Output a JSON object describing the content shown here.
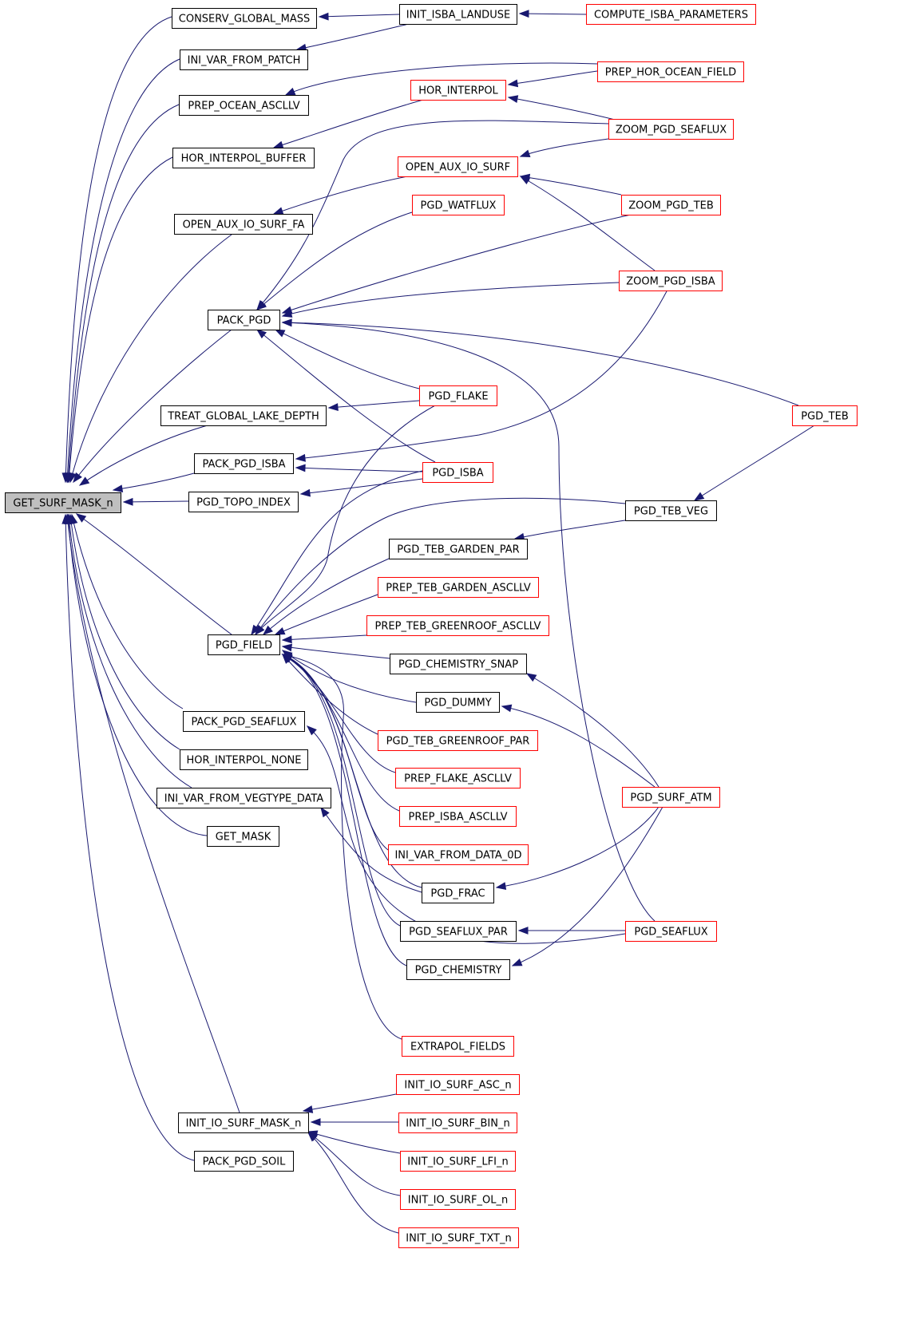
{
  "colors": {
    "edge": "#191970",
    "root_fill": "#bfbfbf",
    "normal_border": "#000000",
    "truncated_border": "#ff0000",
    "background": "#ffffff"
  },
  "nodes": [
    {
      "id": "get_surf_mask_n",
      "label": "GET_SURF_MASK_n",
      "style": "root"
    },
    {
      "id": "conserv_global_mass",
      "label": "CONSERV_GLOBAL_MASS",
      "style": "normal"
    },
    {
      "id": "ini_var_from_patch",
      "label": "INI_VAR_FROM_PATCH",
      "style": "normal"
    },
    {
      "id": "prep_ocean_ascllv",
      "label": "PREP_OCEAN_ASCLLV",
      "style": "normal"
    },
    {
      "id": "hor_interpol_buffer",
      "label": "HOR_INTERPOL_BUFFER",
      "style": "normal"
    },
    {
      "id": "open_aux_io_surf_fa",
      "label": "OPEN_AUX_IO_SURF_FA",
      "style": "normal"
    },
    {
      "id": "pack_pgd",
      "label": "PACK_PGD",
      "style": "normal"
    },
    {
      "id": "treat_global_lake_depth",
      "label": "TREAT_GLOBAL_LAKE_DEPTH",
      "style": "normal"
    },
    {
      "id": "pack_pgd_isba",
      "label": "PACK_PGD_ISBA",
      "style": "normal"
    },
    {
      "id": "pgd_topo_index",
      "label": "PGD_TOPO_INDEX",
      "style": "normal"
    },
    {
      "id": "pgd_field",
      "label": "PGD_FIELD",
      "style": "normal"
    },
    {
      "id": "pack_pgd_seaflux",
      "label": "PACK_PGD_SEAFLUX",
      "style": "normal"
    },
    {
      "id": "hor_interpol_none",
      "label": "HOR_INTERPOL_NONE",
      "style": "normal"
    },
    {
      "id": "ini_var_from_vegtype_data",
      "label": "INI_VAR_FROM_VEGTYPE_DATA",
      "style": "normal"
    },
    {
      "id": "get_mask",
      "label": "GET_MASK",
      "style": "normal"
    },
    {
      "id": "init_io_surf_mask_n",
      "label": "INIT_IO_SURF_MASK_n",
      "style": "normal"
    },
    {
      "id": "pack_pgd_soil",
      "label": "PACK_PGD_SOIL",
      "style": "normal"
    },
    {
      "id": "init_isba_landuse",
      "label": "INIT_ISBA_LANDUSE",
      "style": "normal"
    },
    {
      "id": "hor_interpol",
      "label": "HOR_INTERPOL",
      "style": "truncated"
    },
    {
      "id": "open_aux_io_surf",
      "label": "OPEN_AUX_IO_SURF",
      "style": "truncated"
    },
    {
      "id": "pgd_watflux",
      "label": "PGD_WATFLUX",
      "style": "truncated"
    },
    {
      "id": "pgd_flake",
      "label": "PGD_FLAKE",
      "style": "truncated"
    },
    {
      "id": "pgd_isba",
      "label": "PGD_ISBA",
      "style": "truncated"
    },
    {
      "id": "pgd_teb_garden_par",
      "label": "PGD_TEB_GARDEN_PAR",
      "style": "normal"
    },
    {
      "id": "prep_teb_garden_ascllv",
      "label": "PREP_TEB_GARDEN_ASCLLV",
      "style": "truncated"
    },
    {
      "id": "prep_teb_greenroof_ascllv",
      "label": "PREP_TEB_GREENROOF_ASCLLV",
      "style": "truncated"
    },
    {
      "id": "pgd_chemistry_snap",
      "label": "PGD_CHEMISTRY_SNAP",
      "style": "normal"
    },
    {
      "id": "pgd_dummy",
      "label": "PGD_DUMMY",
      "style": "normal"
    },
    {
      "id": "pgd_teb_greenroof_par",
      "label": "PGD_TEB_GREENROOF_PAR",
      "style": "truncated"
    },
    {
      "id": "prep_flake_ascllv",
      "label": "PREP_FLAKE_ASCLLV",
      "style": "truncated"
    },
    {
      "id": "prep_isba_ascllv",
      "label": "PREP_ISBA_ASCLLV",
      "style": "truncated"
    },
    {
      "id": "ini_var_from_data_0d",
      "label": "INI_VAR_FROM_DATA_0D",
      "style": "truncated"
    },
    {
      "id": "pgd_frac",
      "label": "PGD_FRAC",
      "style": "normal"
    },
    {
      "id": "pgd_seaflux_par",
      "label": "PGD_SEAFLUX_PAR",
      "style": "normal"
    },
    {
      "id": "pgd_chemistry",
      "label": "PGD_CHEMISTRY",
      "style": "normal"
    },
    {
      "id": "extrapol_fields",
      "label": "EXTRAPOL_FIELDS",
      "style": "truncated"
    },
    {
      "id": "init_io_surf_asc_n",
      "label": "INIT_IO_SURF_ASC_n",
      "style": "truncated"
    },
    {
      "id": "init_io_surf_bin_n",
      "label": "INIT_IO_SURF_BIN_n",
      "style": "truncated"
    },
    {
      "id": "init_io_surf_lfi_n",
      "label": "INIT_IO_SURF_LFI_n",
      "style": "truncated"
    },
    {
      "id": "init_io_surf_ol_n",
      "label": "INIT_IO_SURF_OL_n",
      "style": "truncated"
    },
    {
      "id": "init_io_surf_txt_n",
      "label": "INIT_IO_SURF_TXT_n",
      "style": "truncated"
    },
    {
      "id": "compute_isba_parameters",
      "label": "COMPUTE_ISBA_PARAMETERS",
      "style": "truncated"
    },
    {
      "id": "prep_hor_ocean_field",
      "label": "PREP_HOR_OCEAN_FIELD",
      "style": "truncated"
    },
    {
      "id": "zoom_pgd_seaflux",
      "label": "ZOOM_PGD_SEAFLUX",
      "style": "truncated"
    },
    {
      "id": "zoom_pgd_teb",
      "label": "ZOOM_PGD_TEB",
      "style": "truncated"
    },
    {
      "id": "zoom_pgd_isba",
      "label": "ZOOM_PGD_ISBA",
      "style": "truncated"
    },
    {
      "id": "pgd_teb",
      "label": "PGD_TEB",
      "style": "truncated"
    },
    {
      "id": "pgd_teb_veg",
      "label": "PGD_TEB_VEG",
      "style": "normal"
    },
    {
      "id": "pgd_surf_atm",
      "label": "PGD_SURF_ATM",
      "style": "truncated"
    },
    {
      "id": "pgd_seaflux",
      "label": "PGD_SEAFLUX",
      "style": "truncated"
    }
  ],
  "edges": [
    {
      "from": "conserv_global_mass",
      "to": "get_surf_mask_n"
    },
    {
      "from": "ini_var_from_patch",
      "to": "get_surf_mask_n"
    },
    {
      "from": "prep_ocean_ascllv",
      "to": "get_surf_mask_n"
    },
    {
      "from": "hor_interpol_buffer",
      "to": "get_surf_mask_n"
    },
    {
      "from": "open_aux_io_surf_fa",
      "to": "get_surf_mask_n"
    },
    {
      "from": "pack_pgd",
      "to": "get_surf_mask_n"
    },
    {
      "from": "treat_global_lake_depth",
      "to": "get_surf_mask_n"
    },
    {
      "from": "pack_pgd_isba",
      "to": "get_surf_mask_n"
    },
    {
      "from": "pgd_topo_index",
      "to": "get_surf_mask_n"
    },
    {
      "from": "pgd_field",
      "to": "get_surf_mask_n"
    },
    {
      "from": "pack_pgd_seaflux",
      "to": "get_surf_mask_n"
    },
    {
      "from": "hor_interpol_none",
      "to": "get_surf_mask_n"
    },
    {
      "from": "ini_var_from_vegtype_data",
      "to": "get_surf_mask_n"
    },
    {
      "from": "get_mask",
      "to": "get_surf_mask_n"
    },
    {
      "from": "init_io_surf_mask_n",
      "to": "get_surf_mask_n"
    },
    {
      "from": "pack_pgd_soil",
      "to": "get_surf_mask_n"
    },
    {
      "from": "init_isba_landuse",
      "to": "conserv_global_mass"
    },
    {
      "from": "init_isba_landuse",
      "to": "ini_var_from_patch"
    },
    {
      "from": "compute_isba_parameters",
      "to": "init_isba_landuse"
    },
    {
      "from": "prep_hor_ocean_field",
      "to": "prep_ocean_ascllv"
    },
    {
      "from": "prep_hor_ocean_field",
      "to": "hor_interpol"
    },
    {
      "from": "zoom_pgd_seaflux",
      "to": "hor_interpol"
    },
    {
      "from": "hor_interpol",
      "to": "hor_interpol_buffer"
    },
    {
      "from": "open_aux_io_surf",
      "to": "open_aux_io_surf_fa"
    },
    {
      "from": "zoom_pgd_seaflux",
      "to": "open_aux_io_surf"
    },
    {
      "from": "zoom_pgd_teb",
      "to": "open_aux_io_surf"
    },
    {
      "from": "zoom_pgd_isba",
      "to": "open_aux_io_surf"
    },
    {
      "from": "pgd_watflux",
      "to": "pack_pgd"
    },
    {
      "from": "zoom_pgd_seaflux",
      "to": "pack_pgd"
    },
    {
      "from": "zoom_pgd_teb",
      "to": "pack_pgd"
    },
    {
      "from": "zoom_pgd_isba",
      "to": "pack_pgd"
    },
    {
      "from": "pgd_teb",
      "to": "pack_pgd"
    },
    {
      "from": "pgd_flake",
      "to": "pack_pgd"
    },
    {
      "from": "pgd_isba",
      "to": "pack_pgd"
    },
    {
      "from": "pgd_seaflux",
      "to": "pack_pgd"
    },
    {
      "from": "pgd_flake",
      "to": "treat_global_lake_depth"
    },
    {
      "from": "zoom_pgd_isba",
      "to": "pack_pgd_isba"
    },
    {
      "from": "pgd_isba",
      "to": "pack_pgd_isba"
    },
    {
      "from": "pgd_isba",
      "to": "pgd_topo_index"
    },
    {
      "from": "pgd_teb_veg",
      "to": "pgd_teb_garden_par"
    },
    {
      "from": "pgd_teb",
      "to": "pgd_teb_veg"
    },
    {
      "from": "pgd_flake",
      "to": "pgd_field"
    },
    {
      "from": "pgd_isba",
      "to": "pgd_field"
    },
    {
      "from": "pgd_teb_veg",
      "to": "pgd_field"
    },
    {
      "from": "pgd_teb_garden_par",
      "to": "pgd_field"
    },
    {
      "from": "prep_teb_garden_ascllv",
      "to": "pgd_field"
    },
    {
      "from": "prep_teb_greenroof_ascllv",
      "to": "pgd_field"
    },
    {
      "from": "pgd_chemistry_snap",
      "to": "pgd_field"
    },
    {
      "from": "pgd_dummy",
      "to": "pgd_field"
    },
    {
      "from": "pgd_teb_greenroof_par",
      "to": "pgd_field"
    },
    {
      "from": "prep_flake_ascllv",
      "to": "pgd_field"
    },
    {
      "from": "prep_isba_ascllv",
      "to": "pgd_field"
    },
    {
      "from": "ini_var_from_data_0d",
      "to": "pgd_field"
    },
    {
      "from": "pgd_frac",
      "to": "pgd_field"
    },
    {
      "from": "pgd_seaflux_par",
      "to": "pgd_field"
    },
    {
      "from": "pgd_chemistry",
      "to": "pgd_field"
    },
    {
      "from": "extrapol_fields",
      "to": "pgd_field"
    },
    {
      "from": "pgd_seaflux",
      "to": "pgd_field"
    },
    {
      "from": "pgd_surf_atm",
      "to": "pgd_chemistry_snap"
    },
    {
      "from": "pgd_surf_atm",
      "to": "pgd_dummy"
    },
    {
      "from": "pgd_surf_atm",
      "to": "pgd_frac"
    },
    {
      "from": "pgd_surf_atm",
      "to": "pgd_chemistry"
    },
    {
      "from": "pgd_seaflux",
      "to": "pgd_seaflux_par"
    },
    {
      "from": "pgd_seaflux",
      "to": "pack_pgd_seaflux"
    },
    {
      "from": "pgd_frac",
      "to": "ini_var_from_vegtype_data"
    },
    {
      "from": "pgd_field",
      "to": "get_surf_mask_n"
    },
    {
      "from": "init_io_surf_asc_n",
      "to": "init_io_surf_mask_n"
    },
    {
      "from": "init_io_surf_bin_n",
      "to": "init_io_surf_mask_n"
    },
    {
      "from": "init_io_surf_lfi_n",
      "to": "init_io_surf_mask_n"
    },
    {
      "from": "init_io_surf_ol_n",
      "to": "init_io_surf_mask_n"
    },
    {
      "from": "init_io_surf_txt_n",
      "to": "init_io_surf_mask_n"
    }
  ]
}
